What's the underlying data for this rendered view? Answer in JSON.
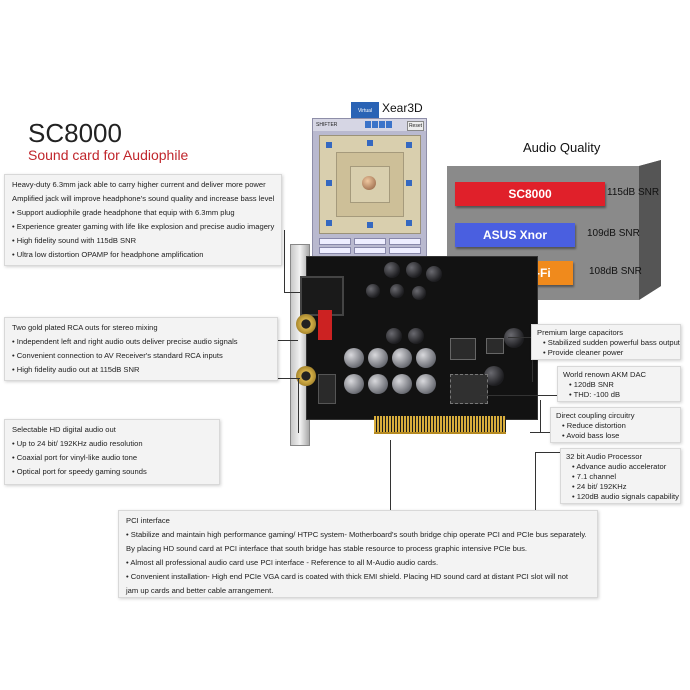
{
  "title": "SC8000",
  "subtitle": "Sound card for Audiophile",
  "xear": {
    "label": "Xear3D",
    "tag": "Virtual",
    "window_title": "SHIFTER",
    "button": "Reset"
  },
  "audio_quality": {
    "title": "Audio Quality",
    "items": [
      {
        "name": "SC8000",
        "snr": "115dB SNR",
        "color": "#e0202a"
      },
      {
        "name": "ASUS Xnor",
        "snr": "109dB SNR",
        "color": "#4a5fe0"
      },
      {
        "name": "Creative X-Fi",
        "snr": "108dB SNR",
        "color": "#f08a1c"
      }
    ]
  },
  "headphone_box": {
    "lines": [
      "Heavy-duty 6.3mm jack able to carry higher current and deliver more power",
      "Amplified jack will improve headphone's sound quality and increase bass level",
      "• Support audiophile grade headphone that equip with 6.3mm plug",
      "• Experience greater gaming with life like explosion and precise audio imagery",
      "• High fidelity sound with 115dB SNR",
      "• Ultra low distortion OPAMP for headphone amplification"
    ]
  },
  "rca_box": {
    "lines": [
      "Two gold plated RCA outs for stereo mixing",
      "• Independent left and right audio outs deliver precise audio signals",
      "• Convenient connection to AV Receiver's standard RCA inputs",
      "• High fidelity audio out at 115dB SNR"
    ]
  },
  "digital_box": {
    "lines": [
      "Selectable HD digital audio out",
      "• Up to 24 bit/ 192KHz audio resolution",
      "• Coaxial port for vinyl-like audio tone",
      "• Optical port for speedy gaming sounds"
    ]
  },
  "pci_box": {
    "lines": [
      "PCI interface",
      "• Stabilize and maintain high performance gaming/ HTPC system- Motherboard's south bridge chip operate PCI and PCIe bus separately.",
      "  By placing HD sound card at PCI interface that south bridge has stable resource to process graphic intensive PCIe bus.",
      "• Almost all professional audio card use PCI interface - Reference to all M-Audio audio cards.",
      "• Convenient installation- High end PCIe VGA card is coated with thick EMI shield. Placing HD sound card at distant PCI slot will not",
      "  jam up cards and better cable arrangement."
    ]
  },
  "caps_box": {
    "lines": [
      "Premium large capacitors",
      "• Stabilized sudden powerful bass output",
      "• Provide cleaner power"
    ]
  },
  "dac_box": {
    "lines": [
      "World renown AKM DAC",
      "• 120dB SNR",
      "• THD: -100 dB"
    ]
  },
  "coupling_box": {
    "lines": [
      "Direct coupling circuitry",
      "• Reduce distortion",
      "• Avoid bass lose"
    ]
  },
  "processor_box": {
    "lines": [
      "32 bit Audio Processor",
      "• Advance audio accelerator",
      "• 7.1 channel",
      "• 24 bit/ 192KHz",
      "• 120dB audio signals capability"
    ]
  }
}
